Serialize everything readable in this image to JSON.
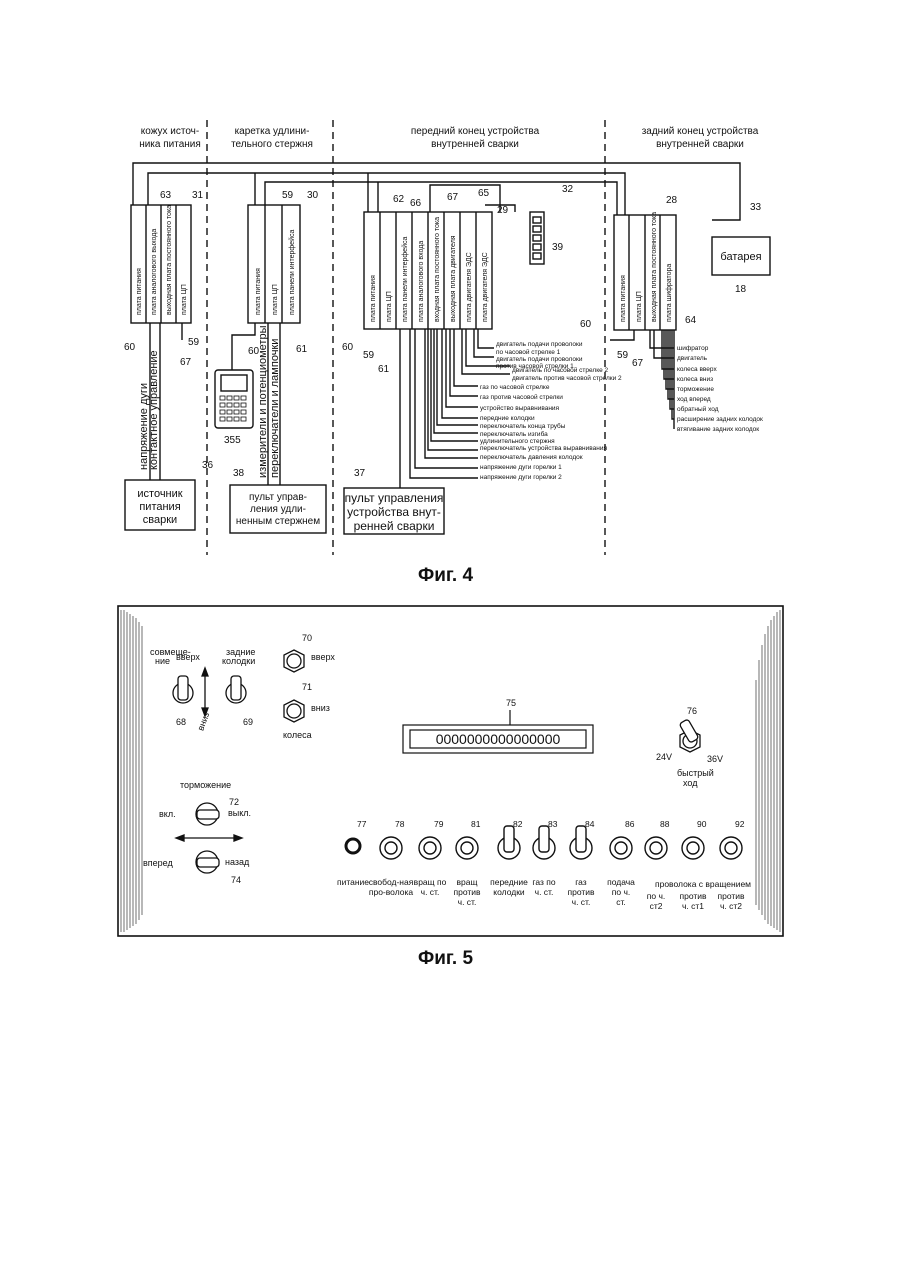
{
  "fig4": {
    "caption": "Фиг. 4",
    "sections": [
      "кожух источ-",
      "ника питания",
      "каретка удлини-",
      "тельного стержня",
      "передний конец устройства",
      "внутренней сварки",
      "задний конец устройства",
      "внутренней сварки"
    ],
    "stack1": {
      "num": "31",
      "num2": "63",
      "cards": [
        "плата питания",
        "плата аналогового выхода",
        "выходная плата постоянного тока",
        "плата ЦП"
      ]
    },
    "stack2": {
      "num": "30",
      "num2": "59",
      "cards": [
        "плата питания",
        "плата ЦП",
        "плата панели интерфейса"
      ]
    },
    "stack3": {
      "num": "29",
      "nums": [
        "62",
        "66",
        "67",
        "65"
      ],
      "cards": [
        "плата питания",
        "плата ЦП",
        "плата панели интерфейса",
        "плата аналогового входа",
        "входная плата постоянного тока",
        "выходная плата двигателя",
        "плата двигателя ЭДС",
        "плата двигателя ЭДС"
      ]
    },
    "stack4": {
      "num": "28",
      "cards": [
        "плата питания",
        "плата ЦП",
        "выходная плата постоянного тока",
        "плата шифратора"
      ]
    },
    "display_num": "39",
    "battery": {
      "label": "батарея",
      "num": "18"
    },
    "bus_nums": [
      "32",
      "33"
    ],
    "wires1": [
      "напряжение дуги",
      "контактное управление"
    ],
    "wires2": [
      "измерители и потенциометры",
      "переключатели и лампочки"
    ],
    "power_box": {
      "num": "36",
      "label": [
        "источник",
        "питания",
        "сварки"
      ]
    },
    "pendant": {
      "num": "38",
      "label": [
        "пульт управ-",
        "ления удли-",
        "ненным стержнем"
      ]
    },
    "handheld_num": "355",
    "front_box": {
      "num": "37",
      "label": [
        "пульт управления",
        "устройства внут-",
        "ренней сварки"
      ]
    },
    "front_signals": [
      "двигатель подачи проволоки",
      "по часовой стрелке 1",
      "двигатель подачи проволоки",
      "против часовой стрелки 1",
      "двигатель по часовой стрелке 2",
      "двигатель против часовой стрелки 2",
      "газ по часовой стрелке",
      "газ против часовой стрелки",
      "устройство выравнивания",
      "передние колодки",
      "переключатель конца трубы",
      "переключатель изгиба",
      "удлинительного стержня",
      "переключатель устройства выравнивания",
      "переключатель давления колодок",
      "напряжение дуги горелки 1",
      "напряжение дуги горелки 2"
    ],
    "rear_signals": [
      "шифратор",
      "двигатель",
      "колеса вверх",
      "колеса вниз",
      "торможение",
      "ход вперед",
      "обратный ход",
      "расширение задних колодок",
      "втягивание задних колодок"
    ],
    "labels": {
      "l60a": "60",
      "l59a": "59",
      "l67a": "67",
      "l60b": "60",
      "l61b": "61",
      "l60c": "60",
      "l59c": "59",
      "l61c": "61",
      "l60d": "60",
      "l59d": "59",
      "l67d": "67",
      "l64d": "64"
    }
  },
  "fig5": {
    "caption": "Фиг. 5",
    "top_left": {
      "align": "совмеще-",
      "align2": "ние",
      "up": "вверх",
      "down": "вниз",
      "rear": "задние",
      "rear2": "колодки",
      "n68": "68",
      "n69": "69",
      "n70": "70",
      "n71": "71",
      "up2": "вверх",
      "down2": "вниз",
      "wheels": "колеса"
    },
    "display": {
      "num": "75",
      "text": "0000000000000000"
    },
    "voltage": {
      "num": "76",
      "left": "24V",
      "right": "36V",
      "label1": "быстрый",
      "label2": "ход"
    },
    "brake": {
      "title": "торможение",
      "on": "вкл.",
      "off": "выкл.",
      "num": "72",
      "fwd": "вперед",
      "back": "назад",
      "num2": "74"
    },
    "buttons": [
      {
        "num": "77",
        "label": "питание"
      },
      {
        "num": "78",
        "label": "свобод-ная про-волока"
      },
      {
        "num": "79",
        "label": "вращ по ч. ст."
      },
      {
        "num": "81",
        "label": "вращ против ч. ст."
      },
      {
        "num": "82",
        "label": "передние колодки"
      },
      {
        "num": "83",
        "label": "газ по ч. ст."
      },
      {
        "num": "84",
        "label": "газ против ч. ст."
      },
      {
        "num": "86",
        "label": "подача по ч. ст."
      },
      {
        "num": "88",
        "label": "по ч. ст2"
      },
      {
        "num": "90",
        "label": "против ч. ст1"
      },
      {
        "num": "92",
        "label": "против ч. ст2"
      }
    ],
    "wire_group": "проволока с вращением"
  }
}
